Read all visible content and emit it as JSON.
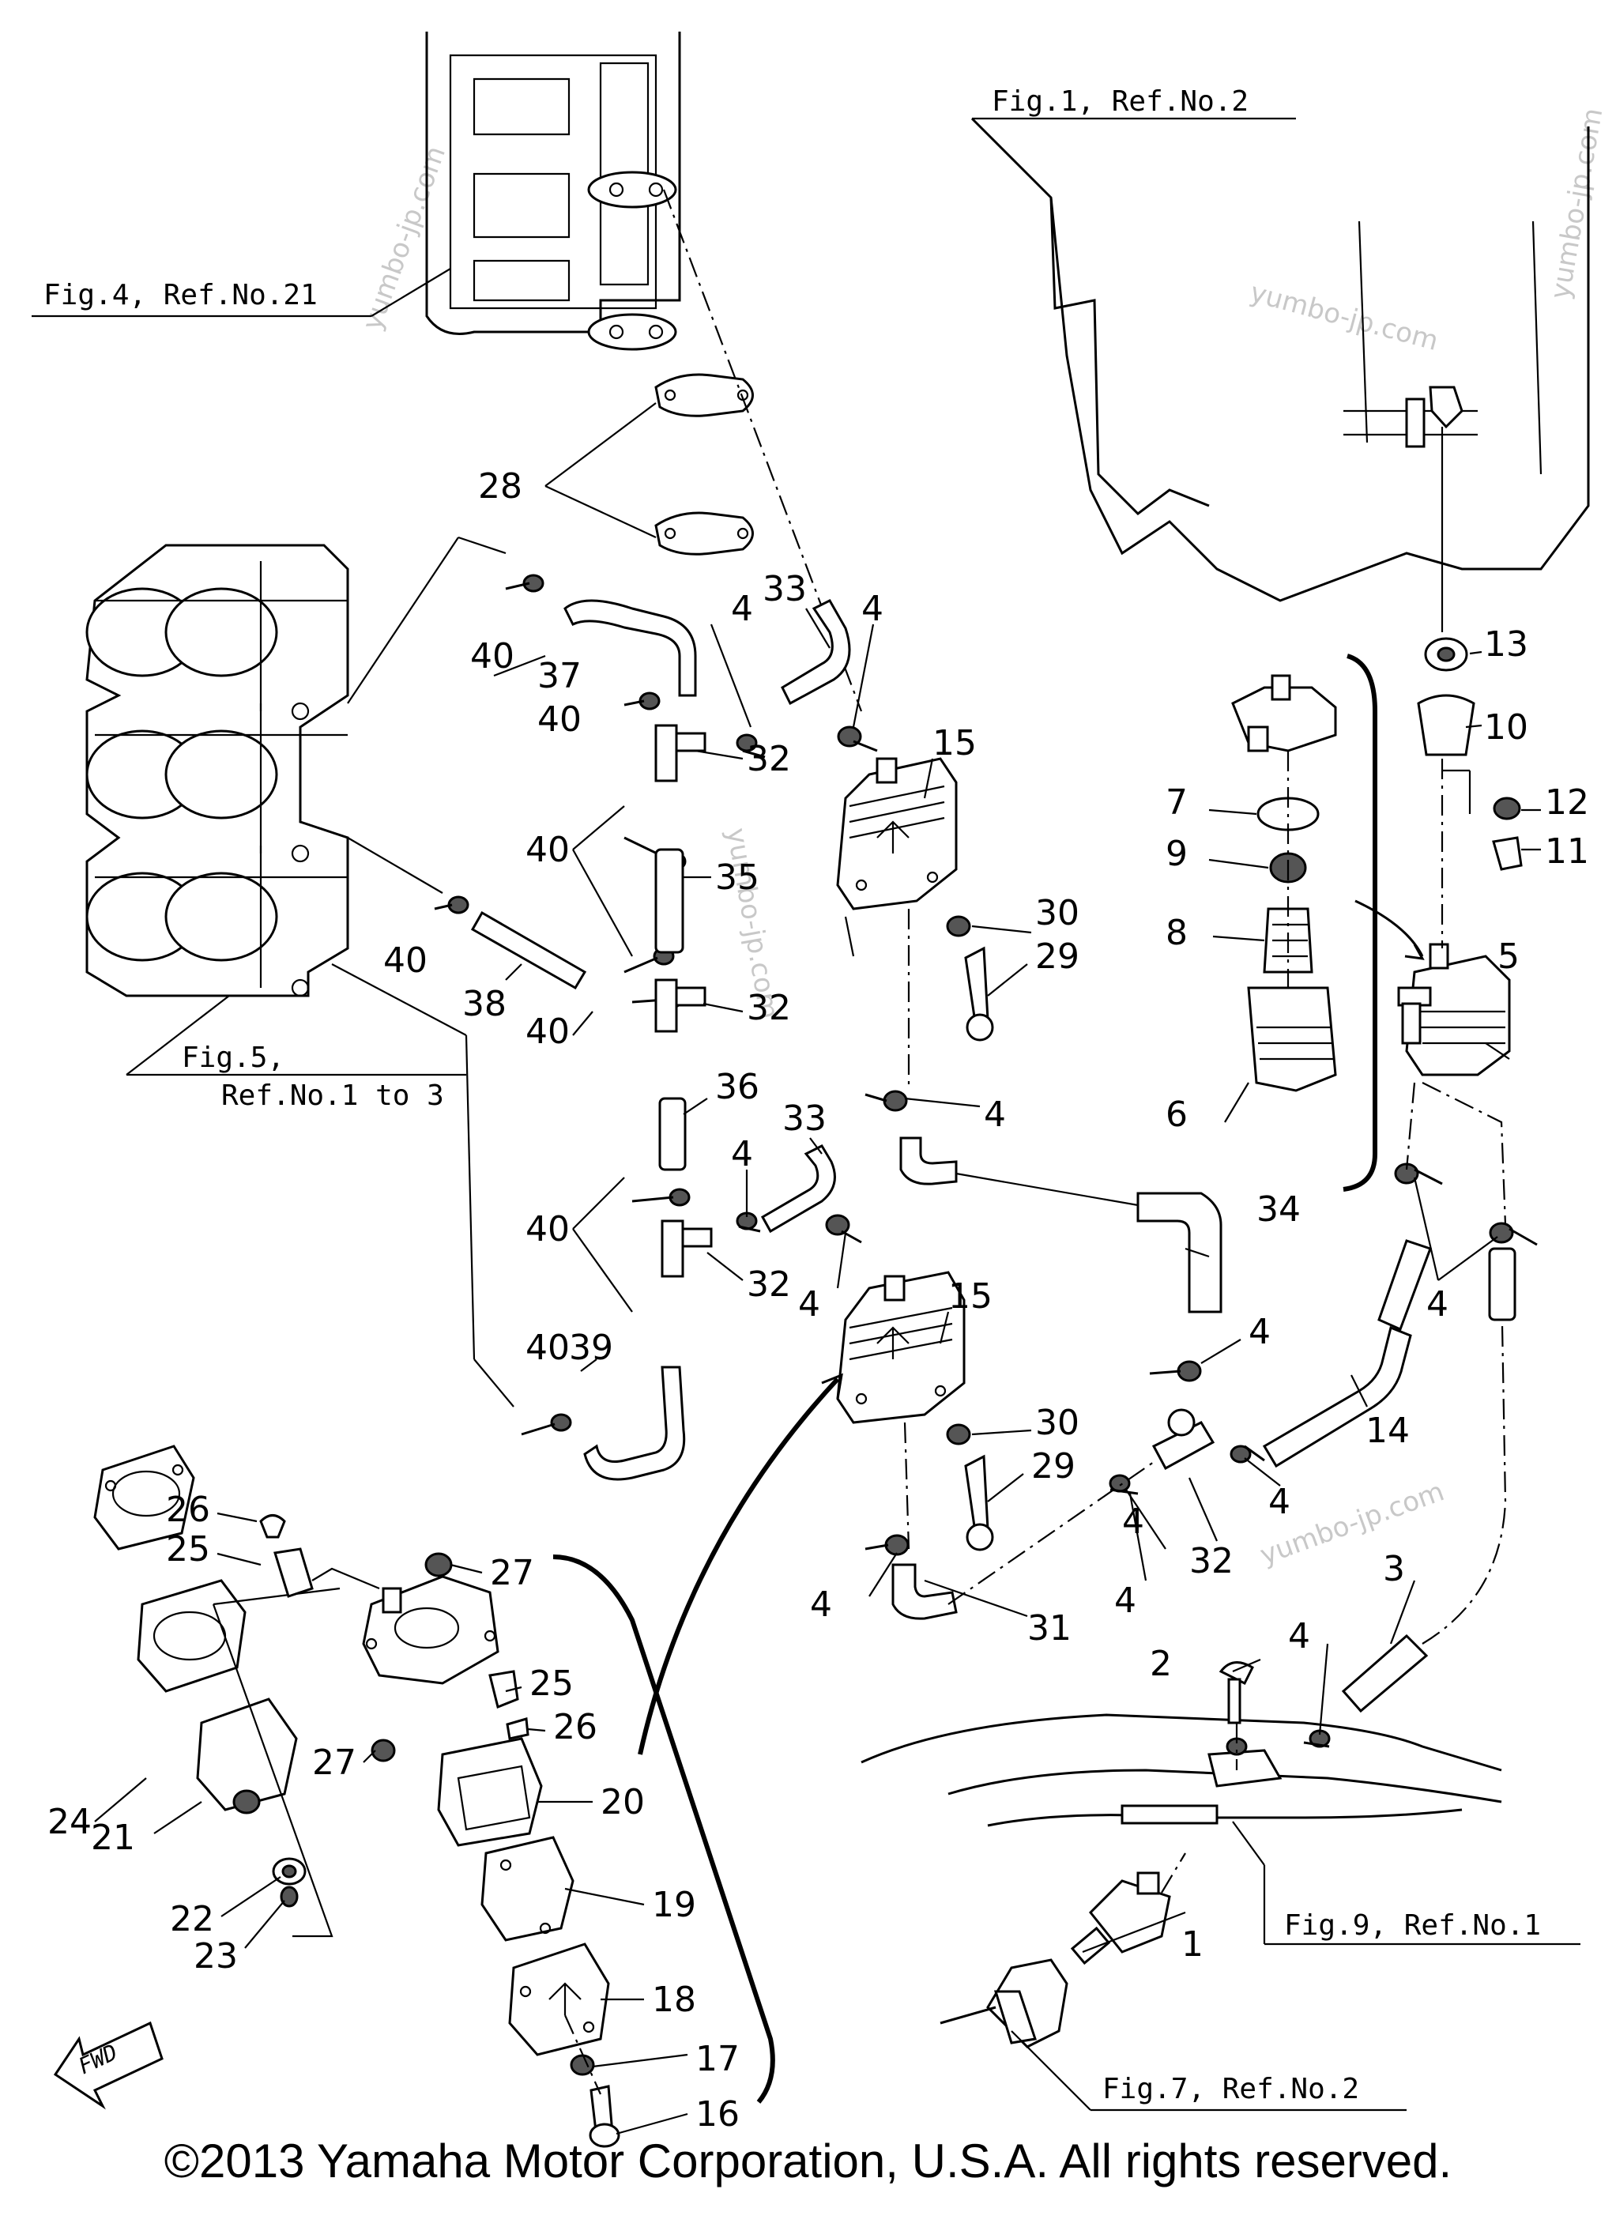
{
  "refs": {
    "fig1": "Fig.1, Ref.No.2",
    "fig4": "Fig.4, Ref.No.21",
    "fig5_line1": "Fig.5,",
    "fig5_line2": "Ref.No.1 to 3",
    "fig9": "Fig.9, Ref.No.1",
    "fig7": "Fig.7, Ref.No.2"
  },
  "watermark": "yumbo-jp.com",
  "fwd_label": "FWD",
  "copyright": "©2013 Yamaha Motor Corporation, U.S.A. All rights reserved.",
  "part_numbers": {
    "p1": "1",
    "p2": "2",
    "p3": "3",
    "p4": "4",
    "p5": "5",
    "p6": "6",
    "p7": "7",
    "p8": "8",
    "p9": "9",
    "p10": "10",
    "p11": "11",
    "p12": "12",
    "p13": "13",
    "p14": "14",
    "p15": "15",
    "p16": "16",
    "p17": "17",
    "p18": "18",
    "p19": "19",
    "p20": "20",
    "p21": "21",
    "p22": "22",
    "p23": "23",
    "p24": "24",
    "p25": "25",
    "p26": "26",
    "p27": "27",
    "p28": "28",
    "p29": "29",
    "p30": "30",
    "p31": "31",
    "p32": "32",
    "p33": "33",
    "p34": "34",
    "p35": "35",
    "p36": "36",
    "p37": "37",
    "p38": "38",
    "p39": "39",
    "p40": "40"
  }
}
